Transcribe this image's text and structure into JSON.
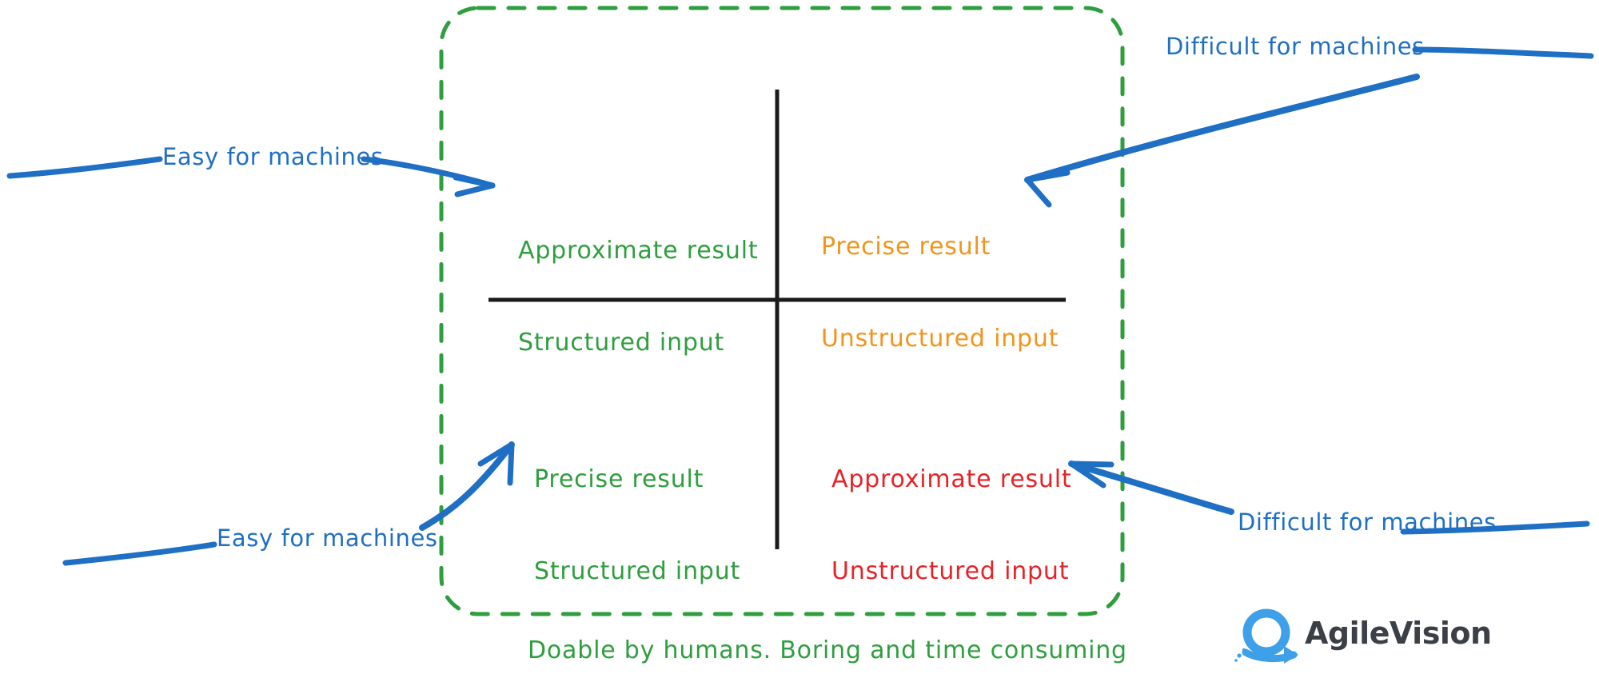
{
  "diagram": {
    "title": "Machine difficulty quadrant",
    "boundary": {
      "style": "dashed-rounded-rectangle",
      "color": "#2e9e3e"
    },
    "axes": {
      "color": "#1a1a1a"
    },
    "quadrants": [
      {
        "position": "top-left",
        "line1": "Approximate result",
        "line2": "Structured input",
        "color": "#2e9e3e"
      },
      {
        "position": "top-right",
        "line1": "Precise result",
        "line2": "Unstructured input",
        "color": "#f2941b"
      },
      {
        "position": "bottom-left",
        "line1": "Precise result",
        "line2": "Structured input",
        "color": "#2e9e3e"
      },
      {
        "position": "bottom-right",
        "line1": "Approximate result",
        "line2": "Unstructured input",
        "color": "#e62327"
      }
    ],
    "annotations": [
      {
        "position": "left-top",
        "label": "Easy for machines",
        "color": "#1f6fc4",
        "points_to": "top-left"
      },
      {
        "position": "right-top",
        "label": "Difficult for machines",
        "color": "#1f6fc4",
        "points_to": "top-right"
      },
      {
        "position": "left-bottom",
        "label": "Easy for machines",
        "color": "#1f6fc4",
        "points_to": "bottom-left"
      },
      {
        "position": "right-bottom",
        "label": "Difficult for machines",
        "color": "#1f6fc4",
        "points_to": "bottom-right"
      }
    ],
    "caption": "Doable by humans. Boring and time consuming"
  },
  "brand": {
    "name": "AgileVision",
    "mark_color": "#3fa0ea",
    "text_color": "#3b3f46"
  }
}
